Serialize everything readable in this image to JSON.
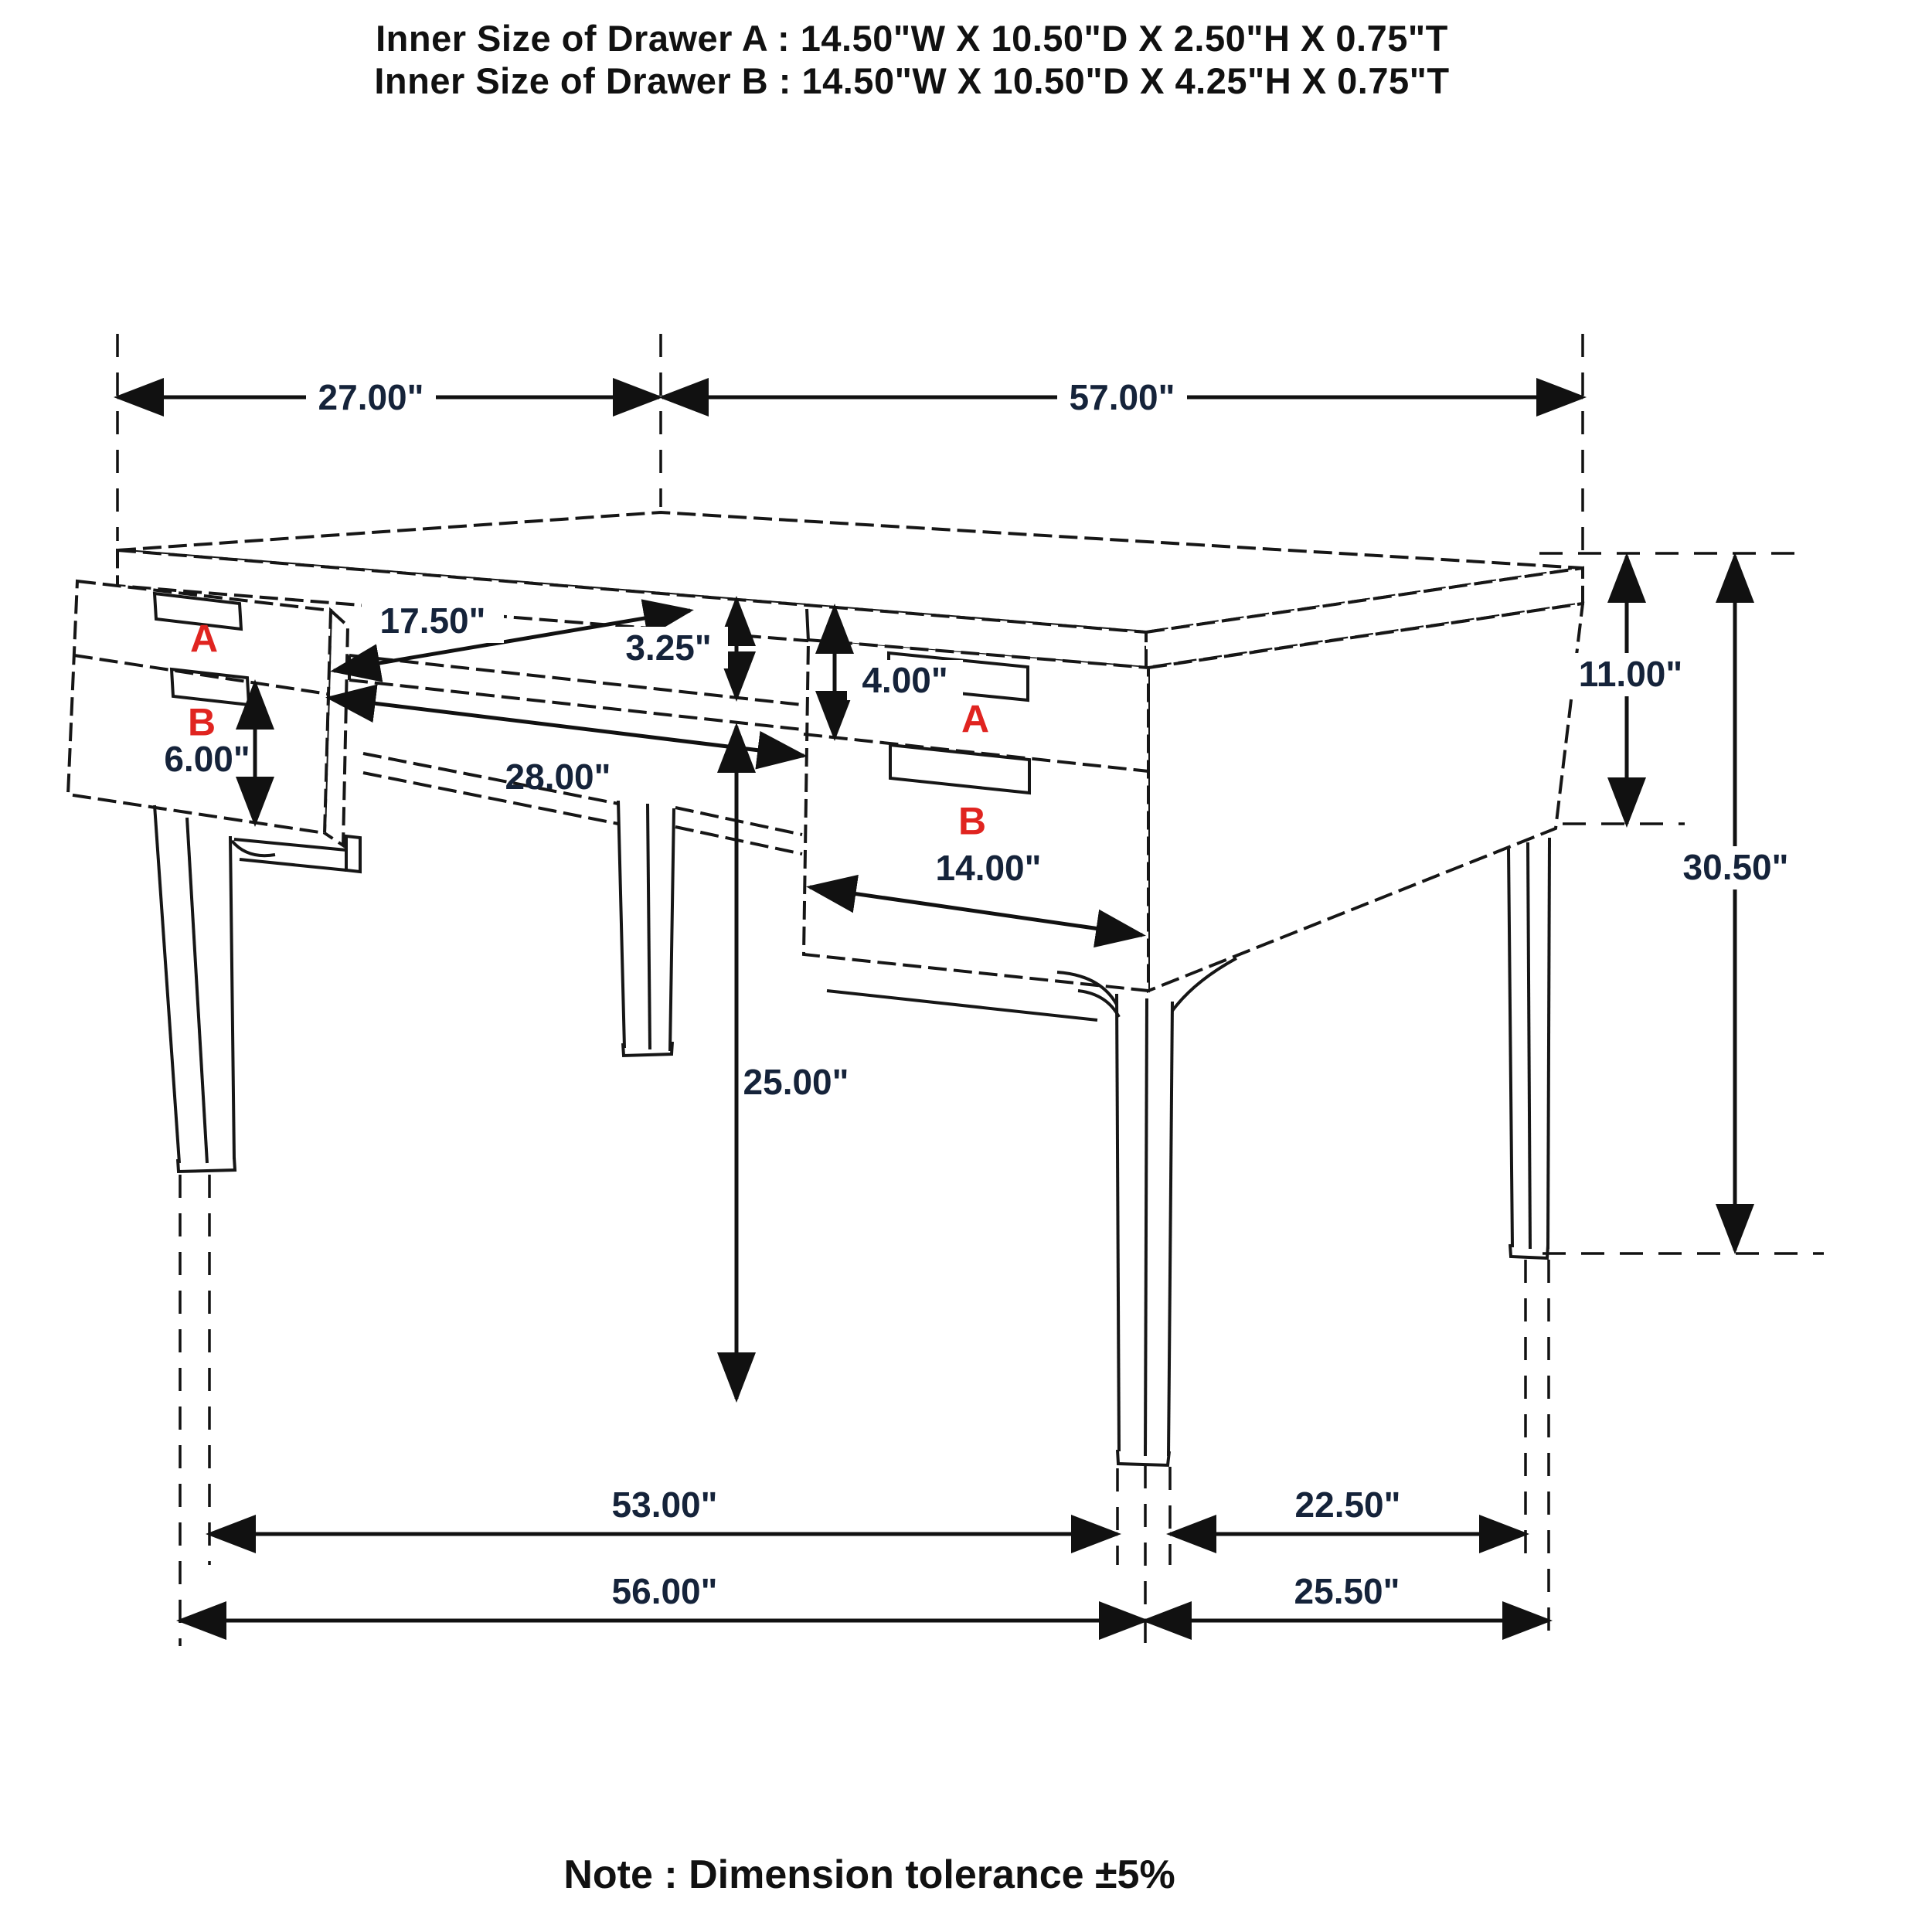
{
  "header": {
    "line1": "Inner Size of Drawer A : 14.50\"W X 10.50\"D X 2.50\"H X 0.75\"T",
    "line2": "Inner Size of Drawer B : 14.50\"W X 10.50\"D X 4.25\"H X 0.75\"T"
  },
  "note": {
    "text": "Note : Dimension tolerance ±5%"
  },
  "colors": {
    "background": "#ffffff",
    "line": "#161616",
    "dimension_text": "#15233a",
    "drawer_label": "#e02420"
  },
  "drawer_markers": {
    "left_a": "A",
    "left_b": "B",
    "right_a": "A",
    "right_b": "B"
  },
  "dimensions": {
    "top_left_width": "27.00\"",
    "top_right_width": "57.00\"",
    "knee_opening_width": "17.50\"",
    "top_rail_height": "3.25\"",
    "drawer_a_front_height": "4.00\"",
    "drawer_b_front_height": "6.00\"",
    "knee_opening_depth": "28.00\"",
    "pedestal_front_width": "14.00\"",
    "knee_clearance_height": "25.00\"",
    "case_side_height": "11.00\"",
    "overall_height": "30.50\"",
    "front_leg_span_inner": "53.00\"",
    "side_leg_span_inner": "22.50\"",
    "front_leg_span_outer": "56.00\"",
    "side_leg_span_outer": "25.50\""
  }
}
